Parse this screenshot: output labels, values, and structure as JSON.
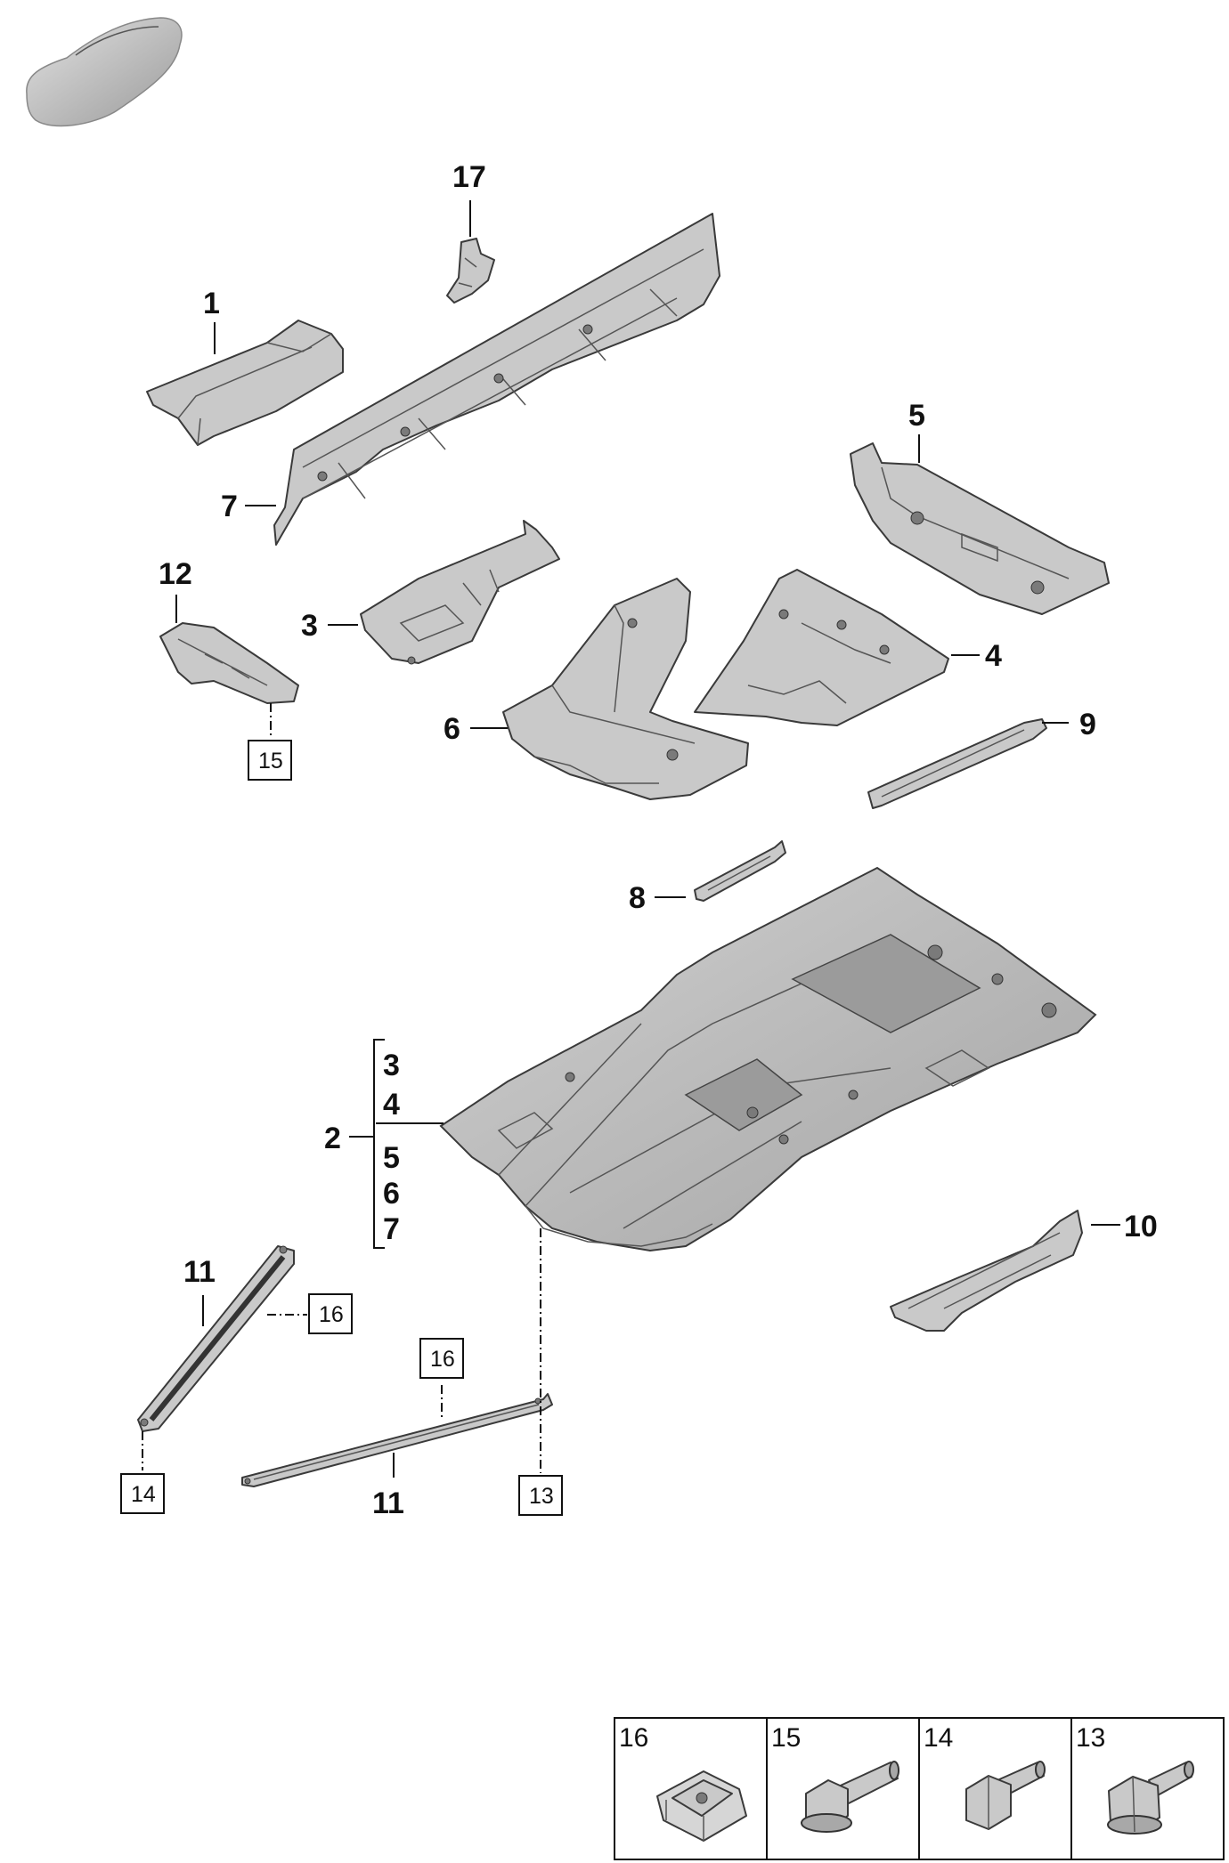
{
  "callouts": {
    "p1": "1",
    "p17": "17",
    "p5": "5",
    "p7": "7",
    "p12": "12",
    "p3": "3",
    "p4": "4",
    "p6": "6",
    "p9": "9",
    "p8": "8",
    "p2": "2",
    "p2_group": [
      "3",
      "4",
      "5",
      "6",
      "7"
    ],
    "p10": "10",
    "p11a": "11",
    "p11b": "11"
  },
  "ref_boxes": {
    "r15": "15",
    "r16a": "16",
    "r16b": "16",
    "r14": "14",
    "r13": "13"
  },
  "legend": [
    {
      "num": "16",
      "icon": "clip-nut-icon"
    },
    {
      "num": "15",
      "icon": "flange-bolt-icon"
    },
    {
      "num": "14",
      "icon": "hex-bolt-short-icon"
    },
    {
      "num": "13",
      "icon": "hex-bolt-icon"
    }
  ],
  "colors": {
    "part_fill": "#c9c9c9",
    "outline": "#3a3a3a",
    "text": "#111111"
  }
}
